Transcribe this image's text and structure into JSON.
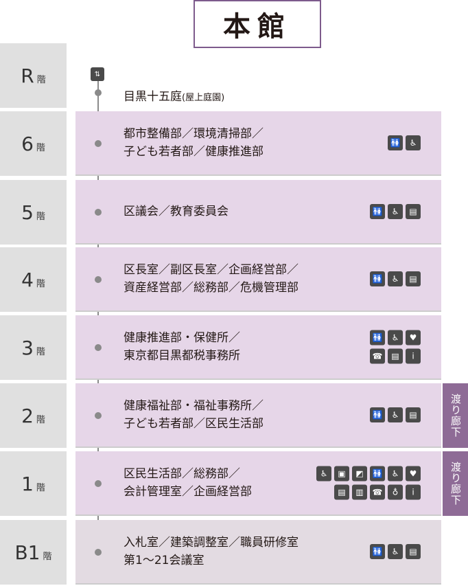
{
  "title": "本館",
  "roof": {
    "label": "R",
    "suffix": "階",
    "name": "目黒十五庭",
    "sub": "(屋上庭園)",
    "icon": "elevator-icon"
  },
  "corridor_label": "渡り廊下",
  "floors": [
    {
      "label": "6",
      "suffix": "階",
      "lines": [
        "都市整備部／環境清掃部／",
        "子ども若者部／健康推進部"
      ],
      "icons": [
        [
          "restroom",
          "wheelchair"
        ]
      ]
    },
    {
      "label": "5",
      "suffix": "階",
      "lines": [
        "区議会／教育委員会"
      ],
      "icons": [
        [
          "restroom",
          "wheelchair",
          "vending"
        ]
      ]
    },
    {
      "label": "4",
      "suffix": "階",
      "lines": [
        "区長室／副区長室／企画経営部／",
        "資産経営部／総務部／危機管理部"
      ],
      "icons": [
        [
          "restroom",
          "wheelchair",
          "vending"
        ]
      ]
    },
    {
      "label": "3",
      "suffix": "階",
      "lines": [
        "健康推進部・保健所／",
        "東京都目黒都税事務所"
      ],
      "icons": [
        [
          "restroom",
          "wheelchair",
          "aed"
        ],
        [
          "phone",
          "vending",
          "info"
        ]
      ]
    },
    {
      "label": "2",
      "suffix": "階",
      "lines": [
        "健康福祉部・福祉事務所／",
        "子ども若者部／区民生活部"
      ],
      "icons": [
        [
          "restroom",
          "wheelchair",
          "vending"
        ]
      ],
      "corridor": true
    },
    {
      "label": "1",
      "suffix": "階",
      "lines": [
        "区民生活部／総務部／",
        "会計管理室／企画経営部"
      ],
      "icons": [
        [
          "baby-seat",
          "nursing-room",
          "baggage",
          "restroom",
          "wheelchair",
          "aed"
        ],
        [
          "vending",
          "atm",
          "phone",
          "baby-bottle",
          "info"
        ]
      ],
      "corridor": true
    },
    {
      "label": "B1",
      "suffix": "階",
      "lines": [
        "入札室／建築調整室／職員研修室",
        "第1〜21会議室"
      ],
      "icons": [
        [
          "restroom",
          "wheelchair",
          "vending"
        ]
      ]
    }
  ]
}
